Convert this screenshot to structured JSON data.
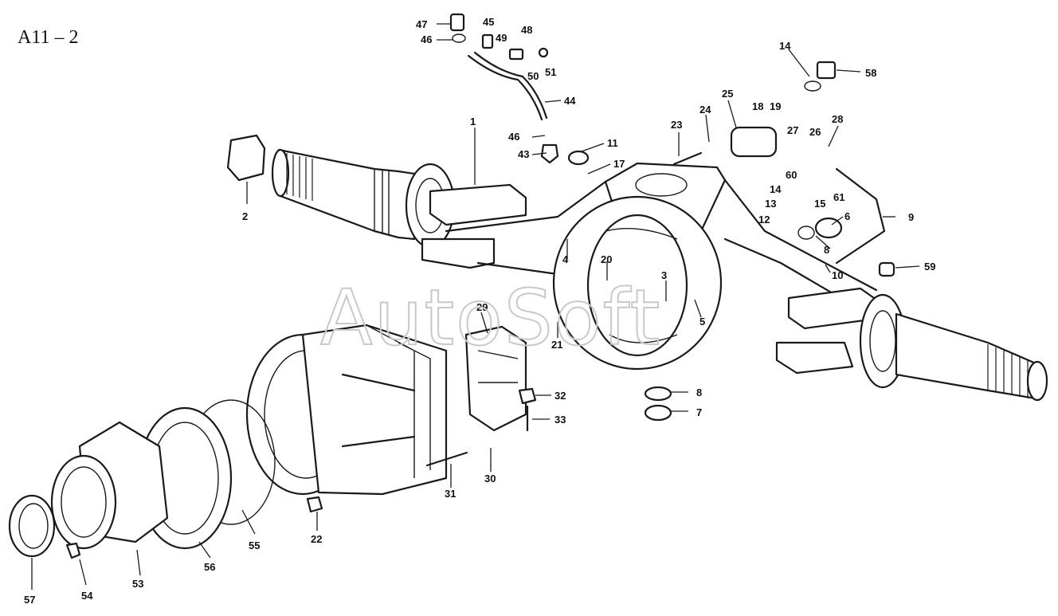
{
  "title": "A11 – 2",
  "watermark": "AutoSoft",
  "callouts": [
    "1",
    "2",
    "3",
    "4",
    "5",
    "6",
    "7",
    "8",
    "8",
    "9",
    "10",
    "11",
    "12",
    "13",
    "14",
    "14",
    "15",
    "17",
    "18",
    "19",
    "20",
    "21",
    "22",
    "23",
    "24",
    "25",
    "26",
    "27",
    "28",
    "29",
    "30",
    "31",
    "32",
    "33",
    "43",
    "44",
    "45",
    "46",
    "46",
    "47",
    "48",
    "49",
    "50",
    "51",
    "53",
    "54",
    "55",
    "56",
    "57",
    "58",
    "59",
    "60",
    "61"
  ]
}
